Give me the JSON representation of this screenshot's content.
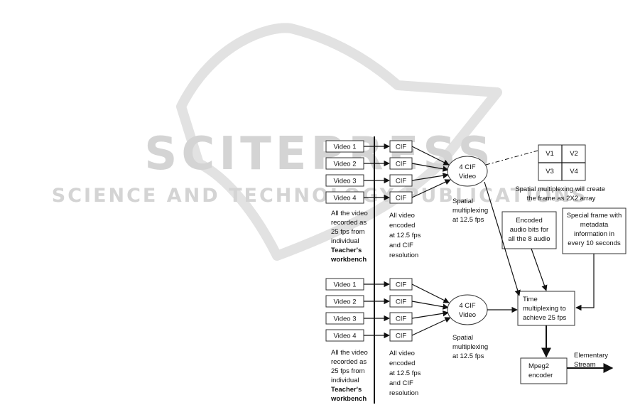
{
  "watermark": {
    "logo": "SCITEPRESS",
    "tagline": "SCIENCE AND TECHNOLOGY PUBLICATIONS"
  },
  "group1": {
    "videos": [
      "Video 1",
      "Video 2",
      "Video 3",
      "Video 4"
    ],
    "cif": [
      "CIF",
      "CIF",
      "CIF",
      "CIF"
    ],
    "mux": [
      "4 CIF",
      "Video"
    ],
    "source_note": [
      "All the video",
      "recorded as",
      "25 fps from",
      "individual",
      "Teacher's",
      "workbench"
    ],
    "encode_note": [
      "All video",
      "encoded",
      "at 12.5 fps",
      "and CIF",
      "resolution"
    ],
    "spatial_note": [
      "Spatial",
      "multiplexing",
      "at 12.5 fps"
    ]
  },
  "group2": {
    "videos": [
      "Video 1",
      "Video 2",
      "Video 3",
      "Video 4"
    ],
    "cif": [
      "CIF",
      "CIF",
      "CIF",
      "CIF"
    ],
    "mux": [
      "4 CIF",
      "Video"
    ],
    "source_note": [
      "All the video",
      "recorded as",
      "25 fps from",
      "individual",
      "Teacher's",
      "workbench"
    ],
    "encode_note": [
      "All video",
      "encoded",
      "at 12.5 fps",
      "and CIF",
      "resolution"
    ],
    "spatial_note": [
      "Spatial",
      "multiplexing",
      "at 12.5 fps"
    ]
  },
  "grid": {
    "cells": [
      "V1",
      "V2",
      "V3",
      "V4"
    ],
    "caption": [
      "Spatial multiplexing will create",
      "the frame as 2X2 array"
    ]
  },
  "audio_box": [
    "Encoded",
    "audio bits for",
    "all the 8 audio"
  ],
  "special_box": [
    "Special frame with",
    "metadata",
    "information in",
    "every 10 seconds"
  ],
  "time_box": [
    "Time",
    "multiplexing to",
    "achieve 25 fps"
  ],
  "encoder_box": [
    "Mpeg2",
    "encoder"
  ],
  "output_label": [
    "Elementary",
    "Stream"
  ]
}
